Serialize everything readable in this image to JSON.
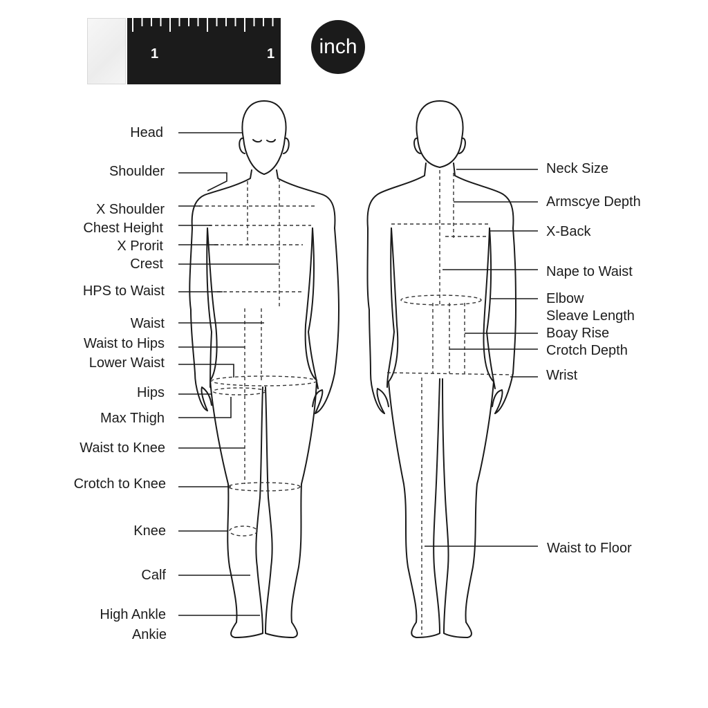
{
  "scale": {
    "unit": "inch",
    "ruler_numbers": [
      "1",
      "1"
    ]
  },
  "front_labels": [
    {
      "key": "head",
      "text": "Head"
    },
    {
      "key": "shoulder",
      "text": "Shoulder"
    },
    {
      "key": "x-shoulder",
      "text": "X Shoulder"
    },
    {
      "key": "chest-height",
      "text": "Chest Height"
    },
    {
      "key": "x-front",
      "text": "X Prorit"
    },
    {
      "key": "chest",
      "text": "Crest"
    },
    {
      "key": "hps-to-waist",
      "text": "HPS to Waist"
    },
    {
      "key": "waist",
      "text": "Waist"
    },
    {
      "key": "waist-to-hips",
      "text": "Waist to Hips"
    },
    {
      "key": "lower-waist",
      "text": "Lower Waist"
    },
    {
      "key": "hips",
      "text": "Hips"
    },
    {
      "key": "max-thigh",
      "text": "Max Thigh"
    },
    {
      "key": "waist-to-knee",
      "text": "Waist to Knee"
    },
    {
      "key": "crotch-to-knee",
      "text": "Crotch to Knee"
    },
    {
      "key": "knee",
      "text": "Knee"
    },
    {
      "key": "calf",
      "text": "Calf"
    },
    {
      "key": "high-ankle",
      "text": "High Ankle"
    },
    {
      "key": "ankle",
      "text": "Ankie"
    }
  ],
  "back_labels": [
    {
      "key": "neck-size",
      "text": "Neck Size"
    },
    {
      "key": "armscye-depth",
      "text": "Armscye Depth"
    },
    {
      "key": "x-back",
      "text": "X-Back"
    },
    {
      "key": "nape-to-waist",
      "text": "Nape to Waist"
    },
    {
      "key": "elbow",
      "text": "Elbow"
    },
    {
      "key": "sleeve-length",
      "text": "Sleave Length"
    },
    {
      "key": "body-rise",
      "text": "Boay Rise"
    },
    {
      "key": "crotch-depth",
      "text": "Crotch Depth"
    },
    {
      "key": "wrist",
      "text": "Wrist"
    },
    {
      "key": "waist-to-floor",
      "text": "Waist to Floor"
    }
  ]
}
